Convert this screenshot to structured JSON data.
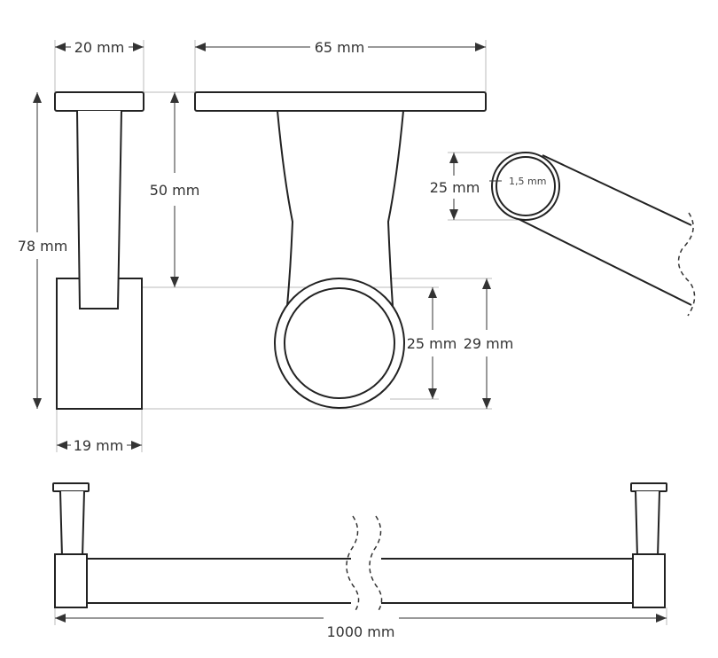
{
  "drawing": {
    "dims": {
      "cap_width": "20 mm",
      "cap_length": "65 mm",
      "total_height": "78 mm",
      "stem_height": "50 mm",
      "base_width": "19 mm",
      "tube_inner": "25 mm",
      "base_height": "29 mm",
      "tube_diameter": "25 mm",
      "wall_thickness": "1,5 mm",
      "total_length": "1000 mm"
    }
  }
}
